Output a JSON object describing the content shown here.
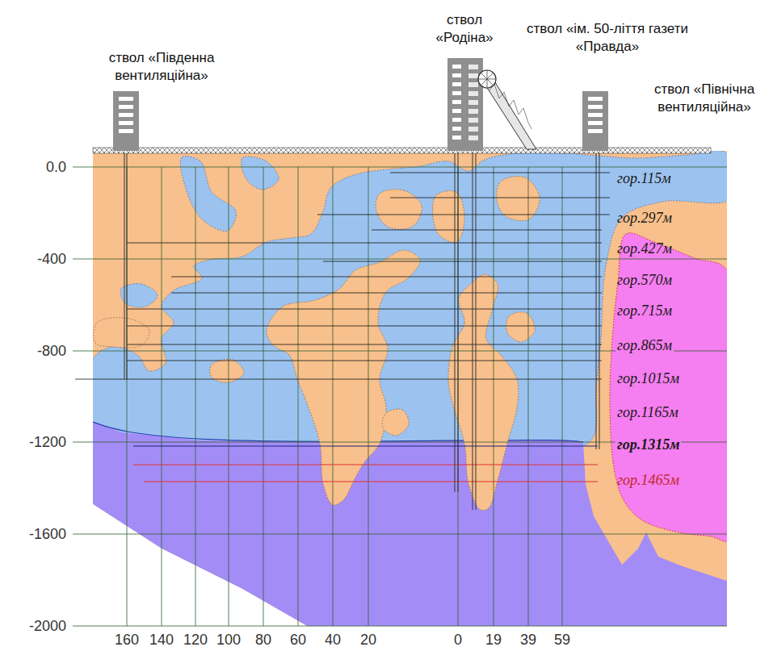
{
  "diagram": {
    "labels": [
      "ствол «Південна вентиляційна»",
      "ствол «Родіна»",
      "ствол «ім. 50-ліття газети «Правда»",
      "ствол «Північна вентиляційна»",
      "гор.115м",
      "гор.297м",
      "гор.427м",
      "гор.570м",
      "гор.715м",
      "гор.865м",
      "гор.1015м",
      "гор.1165м",
      "гор.1315м",
      "гор.1465м",
      "0.0",
      "-400",
      "-800",
      "-1200",
      "-1600",
      "-2000",
      "160",
      "140",
      "120",
      "100",
      "80",
      "60",
      "40",
      "20",
      "0",
      "19",
      "39",
      "59"
    ]
  }
}
